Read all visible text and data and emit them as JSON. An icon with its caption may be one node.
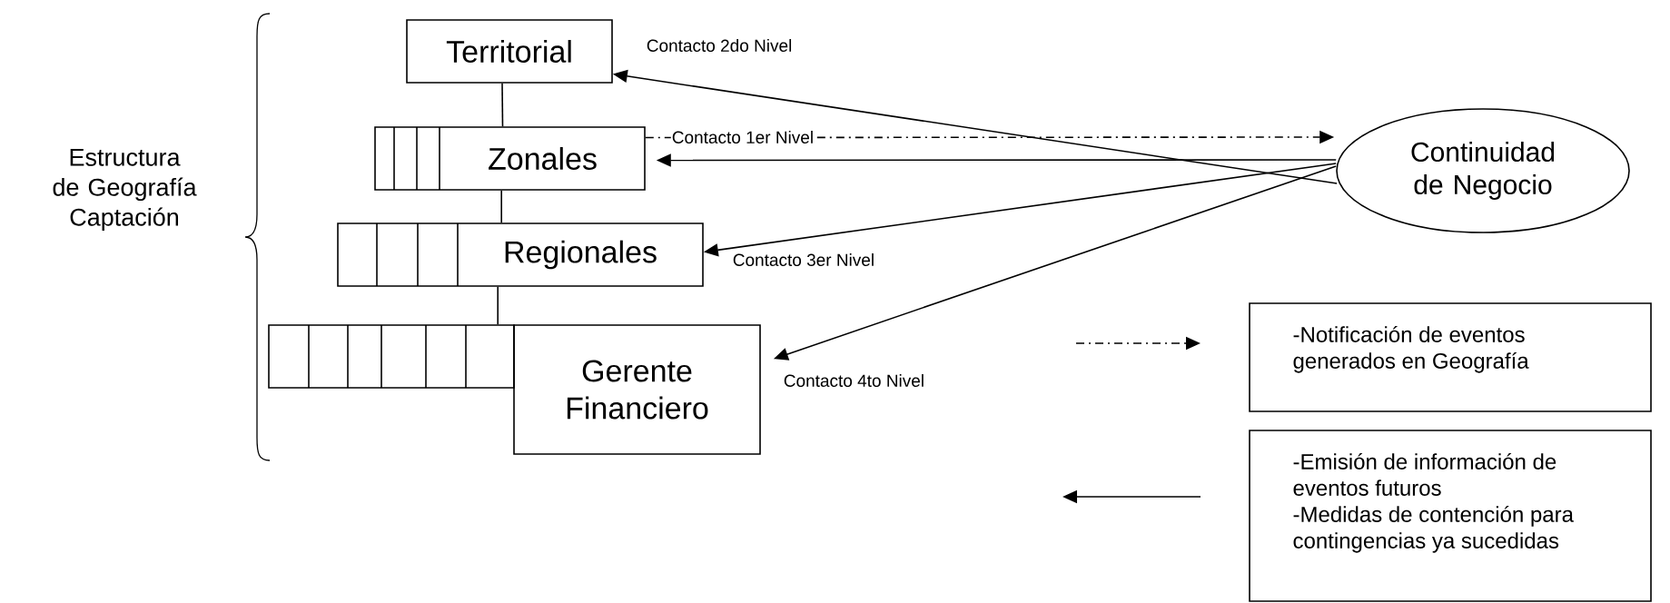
{
  "diagram": {
    "nodes": [
      {
        "text": [
          "Territorial"
        ]
      },
      {
        "text": [
          "Zonales"
        ]
      },
      {
        "text": [
          "Regionales"
        ]
      },
      {
        "text": [
          "Gerente Financiero"
        ]
      },
      {
        "text": [
          "Continuidad de Negocio"
        ]
      },
      {
        "text": [
          "-Notificación de eventos generados en Geografía"
        ]
      },
      {
        "text": [
          "-Emisión de información de eventos futuros",
          "-Medidas de contención para contingencias ya sucedidas"
        ]
      },
      {
        "text": [],
        "shape": "box"
      }
    ],
    "edges": [
      {
        "from": 0,
        "to": 1,
        "arrow": "none"
      },
      {
        "from": 1,
        "to": 2,
        "arrow": "none"
      },
      {
        "from": 2,
        "to": 7,
        "arrow": "none"
      },
      {
        "from": 4,
        "to": 0,
        "arrow": "to",
        "label": "Contacto 2do Nivel"
      },
      {
        "from": 1,
        "to": 4,
        "arrow": "to",
        "label": "Contacto 1er Nivel",
        "style": "dashed"
      },
      {
        "from": 4,
        "to": 1,
        "arrow": "to"
      },
      {
        "from": 4,
        "to": 2,
        "arrow": "to",
        "label": "Contacto 3er Nivel"
      },
      {
        "from": 4,
        "to": 3,
        "arrow": "to",
        "label": "Contacto 4to Nivel"
      }
    ],
    "labels": [
      "Estructura de Geografía Captación"
    ]
  }
}
